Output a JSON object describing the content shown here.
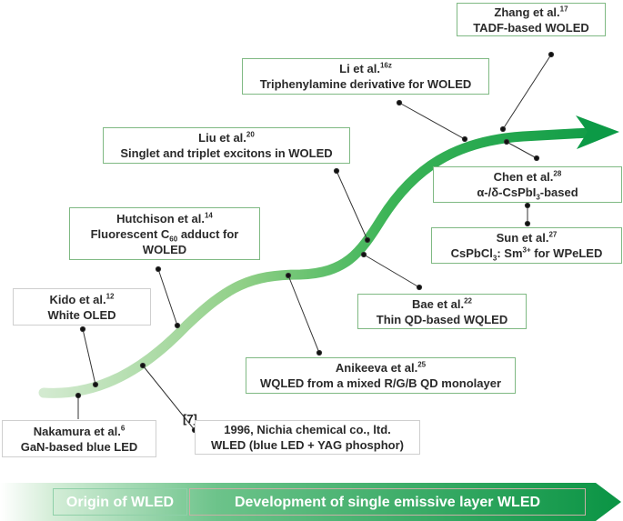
{
  "colors": {
    "arrow_start": "#d3ead0",
    "arrow_end": "#0c9a46",
    "box_border": "#7fb983",
    "banner_start": "#ffffff",
    "banner_end": "#0a9444",
    "leader": "#333333"
  },
  "boxes": {
    "zhang": {
      "line1": "Zhang et al.",
      "sup1": "17",
      "line2": "TADF-based WOLED"
    },
    "li": {
      "line1": "Li et al.",
      "sup1": "16z",
      "line2": "Triphenylamine derivative for WOLED"
    },
    "liu": {
      "line1": "Liu et al.",
      "sup1": "20",
      "line2": "Singlet and triplet excitons in WOLED"
    },
    "chen": {
      "line1": "Chen et al.",
      "sup1": "28",
      "line2": "α-/δ-CsPbI",
      "sub2": "3",
      "line2b": "-based"
    },
    "hutchison": {
      "line1": "Hutchison et al.",
      "sup1": "14",
      "line2a": "Fluorescent C",
      "sub2": "60",
      "line2b": " adduct for",
      "line3": "WOLED"
    },
    "sun": {
      "line1": "Sun et al.",
      "sup1": "27",
      "line2a": "CsPbCl",
      "sub2": "3",
      "line2b": ": Sm",
      "sup2": "3+",
      "line2c": " for WPeLED"
    },
    "kido": {
      "line1": "Kido et al.",
      "sup1": "12",
      "line2": "White OLED"
    },
    "bae": {
      "line1": "Bae et al.",
      "sup1": "22",
      "line2": "Thin QD-based WQLED"
    },
    "anikeeva": {
      "line1": "Anikeeva et al.",
      "sup1": "25",
      "line2": "WQLED from a mixed R/G/B QD monolayer"
    },
    "nichia": {
      "ref": "[7]",
      "line1": "1996,  Nichia chemical co., ltd.",
      "line2": "WLED (blue LED + YAG phosphor)"
    },
    "nakamura": {
      "line1": "Nakamura et al.",
      "sup1": "6",
      "line2": "GaN-based blue LED"
    }
  },
  "banner": {
    "origin_label": "Origin of WLED",
    "development_label": "Development of single emissive layer WLED"
  }
}
